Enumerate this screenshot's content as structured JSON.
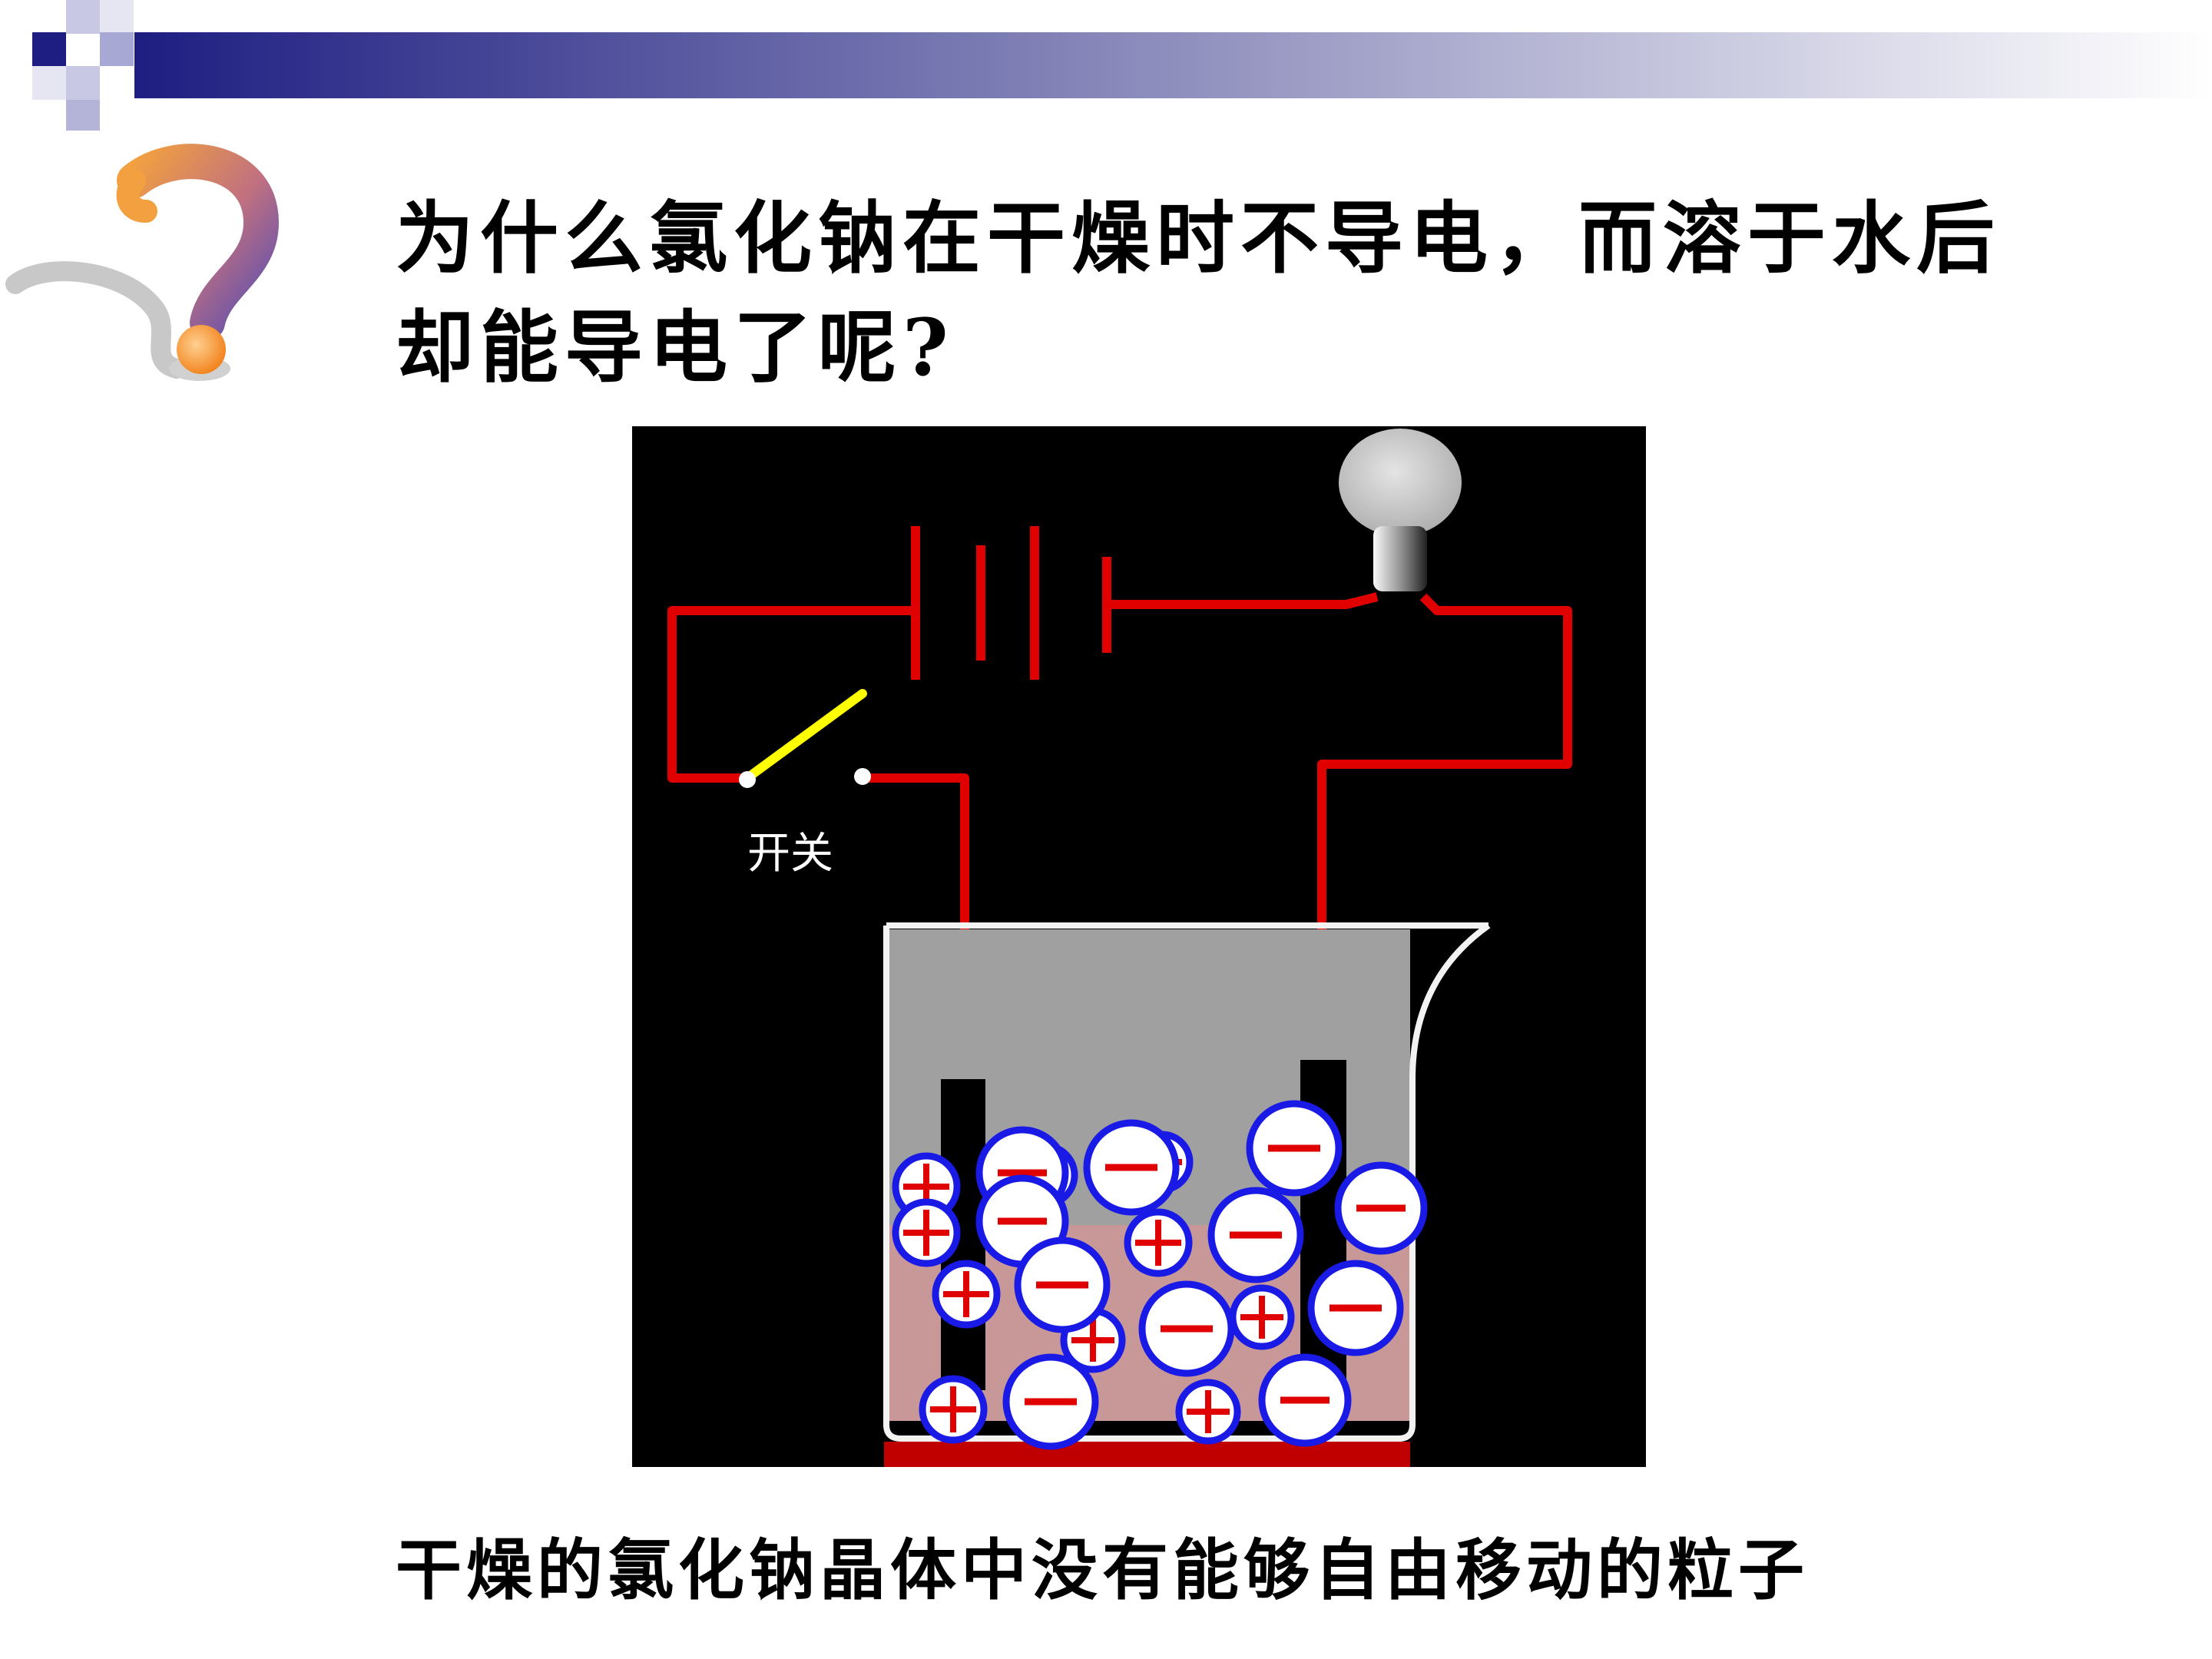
{
  "slide": {
    "title_line1": "为什么氯化钠在干燥时不导电，而溶于水后",
    "title_line2": "却能导电了呢?",
    "caption": "干燥的氯化钠晶体中没有能够自由移动的粒子"
  },
  "diagram": {
    "switch_label": "开关"
  },
  "icons": {
    "header": "corner-squares-gradient-bar",
    "question": "question-mark-icon"
  },
  "colors": {
    "brand_blue": "#1e1e82",
    "wire": "#e00000",
    "switch": "#ffff00",
    "ion_outline": "#1a1ae6",
    "ion_sign": "#e00000",
    "solution": "#c89898",
    "question_orange": "#f08a20",
    "question_purple": "#5b4fb0"
  }
}
